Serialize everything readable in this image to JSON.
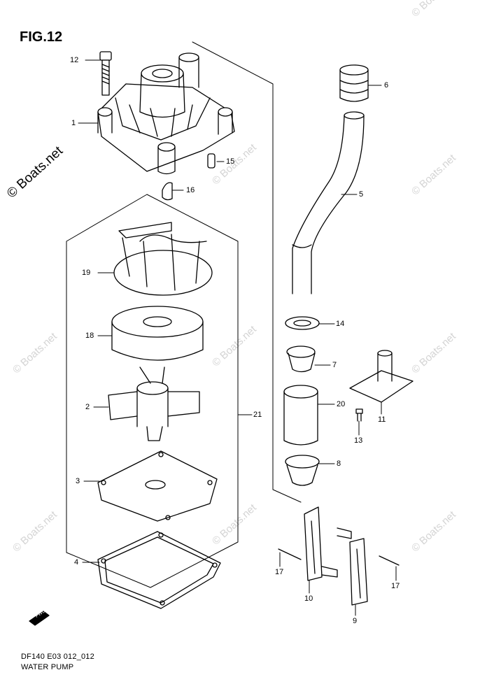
{
  "figure": {
    "title": "FIG.12"
  },
  "footer": {
    "code": "DF140 E03 012_012",
    "name": "WATER PUMP"
  },
  "watermark": {
    "main": "© Boats.net",
    "faint": "© Boats.net"
  },
  "fwd_label": "FWD",
  "callouts": {
    "c1": "1",
    "c2": "2",
    "c3": "3",
    "c4": "4",
    "c5": "5",
    "c6": "6",
    "c7": "7",
    "c8": "8",
    "c9": "9",
    "c10": "10",
    "c11": "11",
    "c12": "12",
    "c13": "13",
    "c14": "14",
    "c15": "15",
    "c16": "16",
    "c17a": "17",
    "c17b": "17",
    "c18": "18",
    "c19": "19",
    "c20": "20",
    "c21": "21"
  }
}
